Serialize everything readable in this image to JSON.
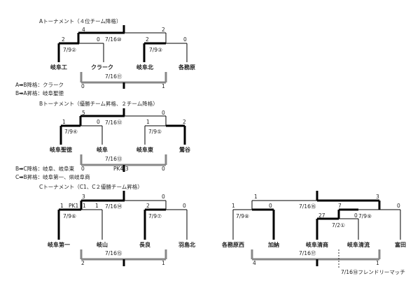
{
  "tournaments": {
    "a": {
      "title": "Aトーナメント（４位チーム降格）",
      "teams": [
        "岐阜工",
        "クラーク",
        "岐阜北",
        "各務原"
      ],
      "scores": {
        "final_left": "4",
        "final_right": "2",
        "sf1_left": "2",
        "sf1_right": "0",
        "sf2_left": "2",
        "sf2_right": "0",
        "third_left": "0",
        "third_right": "1"
      },
      "match_labels": {
        "sf1": "7/9②",
        "final": "7/16⑩",
        "sf2": "7/9③",
        "third": "7/16⑪"
      }
    },
    "b": {
      "title": "Bトーナメント（優勝チーム昇格、２チーム降格）",
      "teams": [
        "岐阜聖徳",
        "岐阜",
        "岐阜東",
        "鶯谷"
      ],
      "scores": {
        "final_left": "5",
        "final_right": "0",
        "sf1_left": "1",
        "sf1_right": "0",
        "sf2_left": "1",
        "sf2_right": "2",
        "third_left": "0",
        "third_right": "0"
      },
      "match_labels": {
        "sf1": "7/9④",
        "final": "7/16⑫",
        "sf2": "7/9⑤",
        "third": "7/16⑬",
        "third_pk": "PK4-3"
      }
    },
    "c": {
      "title": "Cトーナメント（C1、C２優勝チーム昇格）",
      "teams": [
        "岐阜第一",
        "岐山",
        "長良",
        "羽島北"
      ],
      "scores": {
        "final_left": "3",
        "final_right": "0",
        "sf1_left": "1",
        "sf1_right": "1",
        "sf1_pk_left": "PK1",
        "sf1_pk_right": "1",
        "sf2_left": "2",
        "sf2_right": "0",
        "third_left": "2",
        "third_right": "1"
      },
      "match_labels": {
        "sf1": "7/9⑥",
        "final": "7/16⑭",
        "sf2": "7/9⑦",
        "third": "7/16⑮"
      }
    },
    "c2": {
      "teams": [
        "各務原西",
        "加納",
        "岐阜清商",
        "岐阜清流",
        "富田"
      ],
      "scores": {
        "final_left": "1",
        "final_right": "3",
        "sf1_left": "1",
        "sf1_right": "0",
        "sf2_left": "7",
        "sf2_right": "0",
        "pre_left": "27",
        "pre_right": "0",
        "third_left": "4",
        "third_right": "1"
      },
      "match_labels": {
        "sf1": "7/9⑧",
        "final": "7/16⑯",
        "sf2": "7/9⑨",
        "pre": "7/2①",
        "third": "7/16⑰",
        "friendly": "7/16⑱フレンドリーマッチ"
      }
    }
  },
  "notes": {
    "a_to_b": "A➡B降格：クラーク",
    "b_to_a": "B➡A昇格：岐阜聖徳",
    "b_to_c": "B➡C降格：岐阜、岐阜東",
    "c_to_b": "C➡B昇格：岐阜第一、県岐阜商"
  }
}
